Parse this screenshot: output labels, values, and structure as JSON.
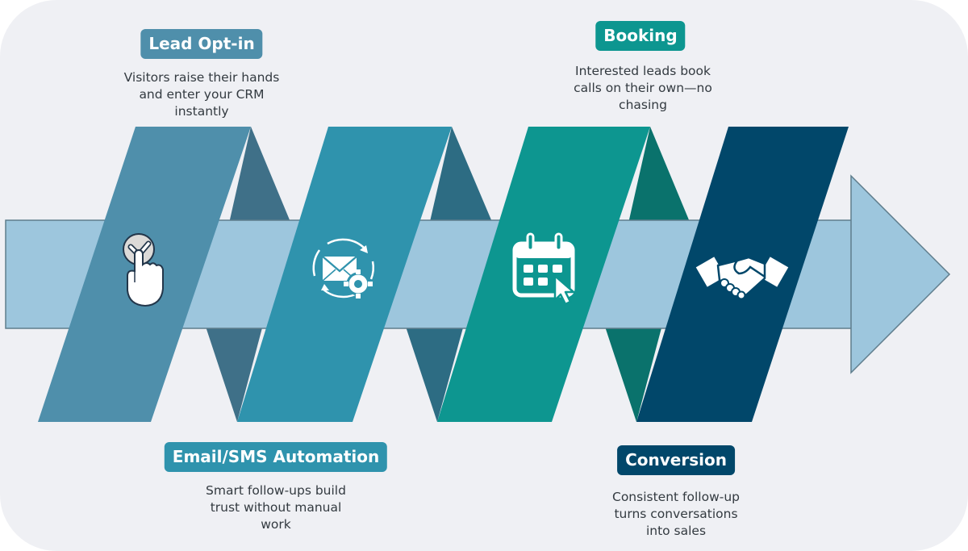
{
  "colors": {
    "background": "#eff0f4",
    "band": "#9dc6dd",
    "band_stroke": "#5f7d8c",
    "ribbon1": "#4f8fab",
    "ribbon2": "#2f93ad",
    "ribbon3": "#0d9690",
    "ribbon4": "#01476a",
    "fold1": "#3f7088",
    "fold2": "#2d6c83",
    "fold3": "#0a726c",
    "badge_text": "#ffffff",
    "desc_text": "#333a40"
  },
  "steps": [
    {
      "title": "Lead Opt-in",
      "description_lines": [
        "Visitors raise their hands",
        "and enter your CRM",
        "instantly"
      ],
      "icon": "hand-tap-checkmark-icon",
      "badge_color": "#4f8fab",
      "position": "top"
    },
    {
      "title": "Email/SMS Automation",
      "description_lines": [
        "Smart follow-ups build",
        "trust without manual",
        "work"
      ],
      "icon": "email-automation-gear-icon",
      "badge_color": "#2f93ad",
      "position": "bottom"
    },
    {
      "title": "Booking",
      "description_lines": [
        "Interested leads book",
        "calls on their own—no",
        "chasing"
      ],
      "icon": "calendar-click-icon",
      "badge_color": "#0d9690",
      "position": "top"
    },
    {
      "title": "Conversion",
      "description_lines": [
        "Consistent follow-up",
        "turns conversations",
        "into sales"
      ],
      "icon": "handshake-icon",
      "badge_color": "#01476a",
      "position": "bottom"
    }
  ]
}
